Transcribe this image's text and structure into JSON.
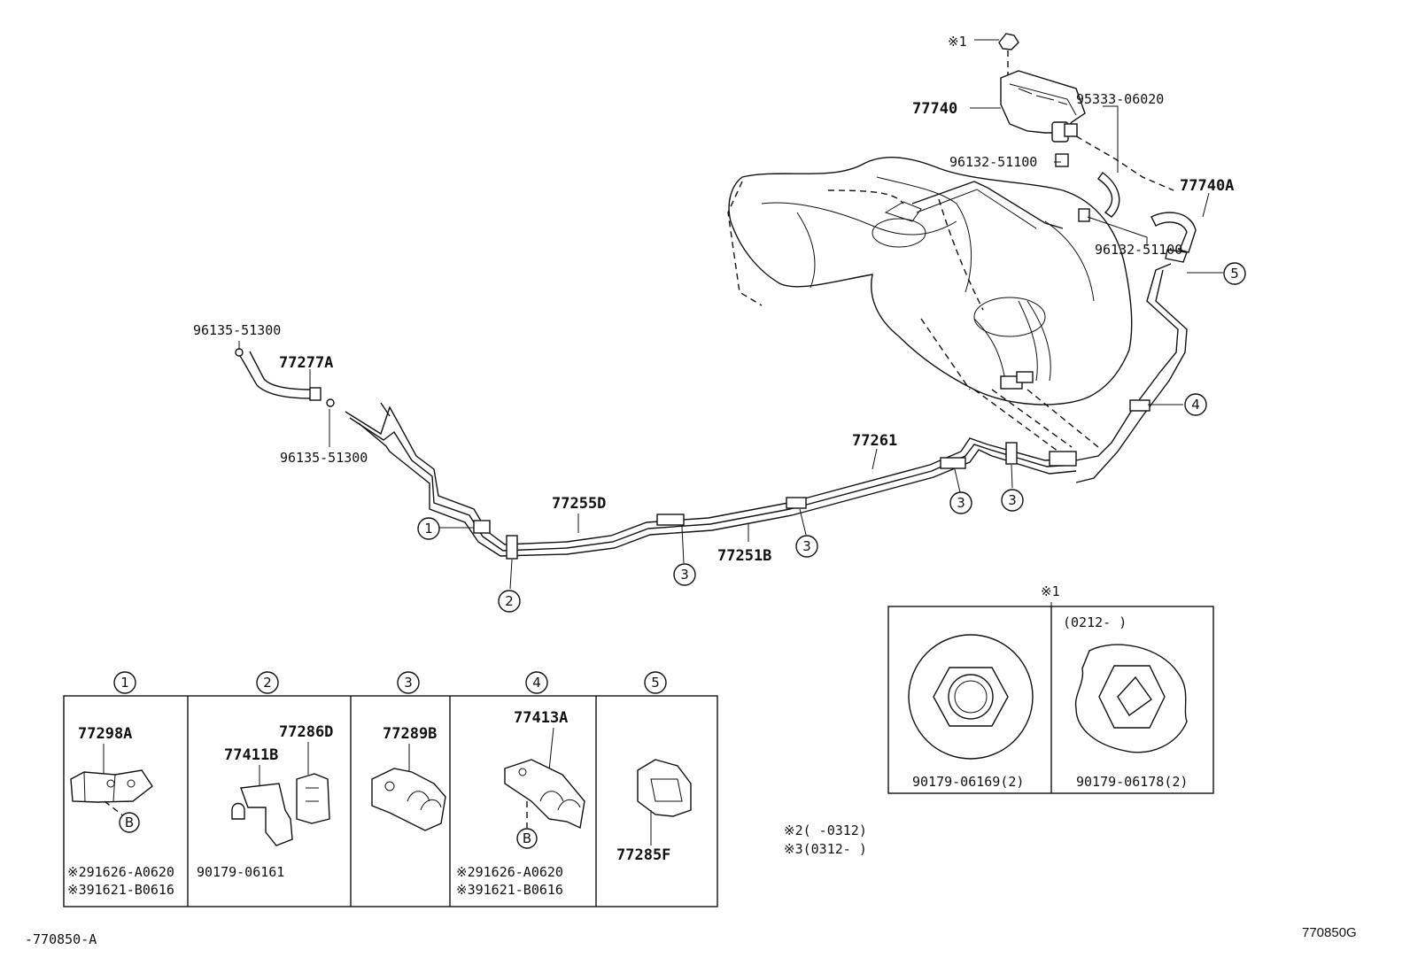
{
  "labels": {
    "p_star1_top": "※1",
    "p_77740": "77740",
    "p_95333": "95333-06020",
    "p_96132a": "96132-51100",
    "p_77740a": "77740A",
    "p_96132b": "96132-51100",
    "p_96135a": "96135-51300",
    "p_77277a": "77277A",
    "p_96135b": "96135-51300",
    "p_77261": "77261",
    "p_77255d": "77255D",
    "p_77251b": "77251B",
    "star1_box": "※1",
    "date_range_top": "(0212-        )",
    "p_90179_06169": "90179-06169(2)",
    "p_90179_06178": "90179-06178(2)",
    "note_star2": "※2(      -0312)",
    "note_star3": "※3(0312-      )",
    "p_77298a": "77298A",
    "p_77411b": "77411B",
    "p_77286d": "77286D",
    "p_77289b": "77289B",
    "p_77413a": "77413A",
    "p_77285f": "77285F",
    "p_90179_06161": "90179-06161",
    "n1_a0620": "※291626-A0620",
    "n1_b0616": "※391621-B0616",
    "n4_a0620": "※291626-A0620",
    "n4_b0616": "※391621-B0616",
    "ref_b1": "B",
    "ref_b4": "B",
    "footer_left": "-770850-A",
    "footer_right": "770850G"
  },
  "callouts": {
    "c1": "1",
    "c2": "2",
    "c3a": "3",
    "c3b": "3",
    "c3c": "3",
    "c3d": "3",
    "c4": "4",
    "c5": "5",
    "h1": "1",
    "h2": "2",
    "h3": "3",
    "h4": "4",
    "h5": "5"
  }
}
